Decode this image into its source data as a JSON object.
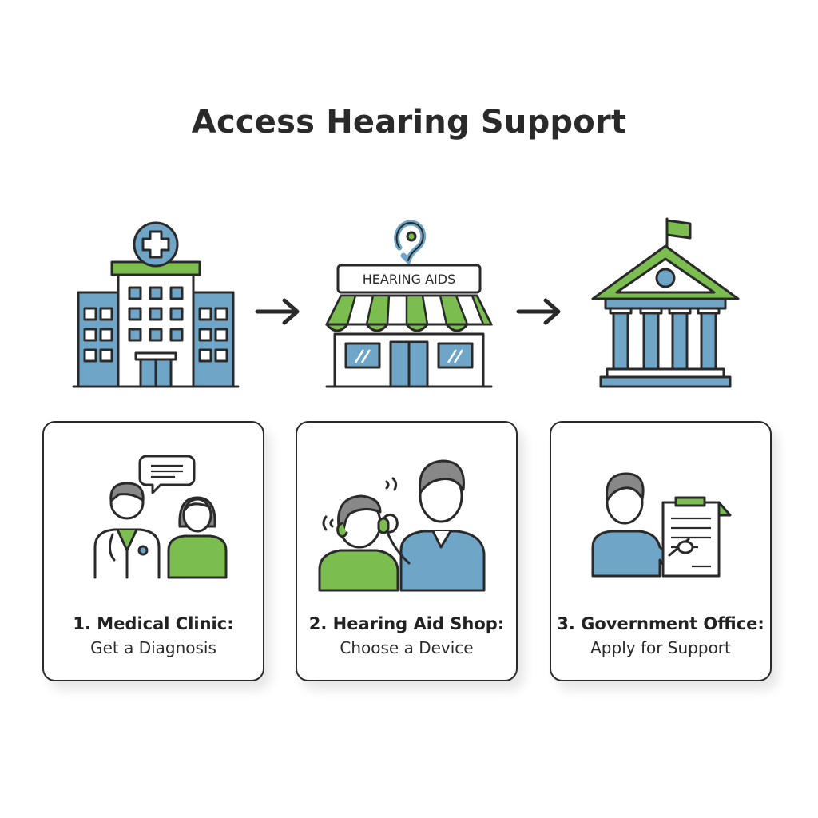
{
  "title": "Access Hearing Support",
  "colors": {
    "blue": "#6fa6c8",
    "green": "#7bbd4f",
    "outline": "#2a2a2a"
  },
  "top_icons": [
    {
      "name": "hospital-icon"
    },
    {
      "name": "hearing-aid-shop-icon",
      "sign": "HEARING AIDS"
    },
    {
      "name": "government-building-icon"
    }
  ],
  "cards": [
    {
      "title": "1. Medical Clinic:",
      "subtitle": "Get a Diagnosis"
    },
    {
      "title": "2. Hearing Aid Shop:",
      "subtitle": "Choose a Device"
    },
    {
      "title": "3. Government Office:",
      "subtitle": "Apply for Support"
    }
  ]
}
